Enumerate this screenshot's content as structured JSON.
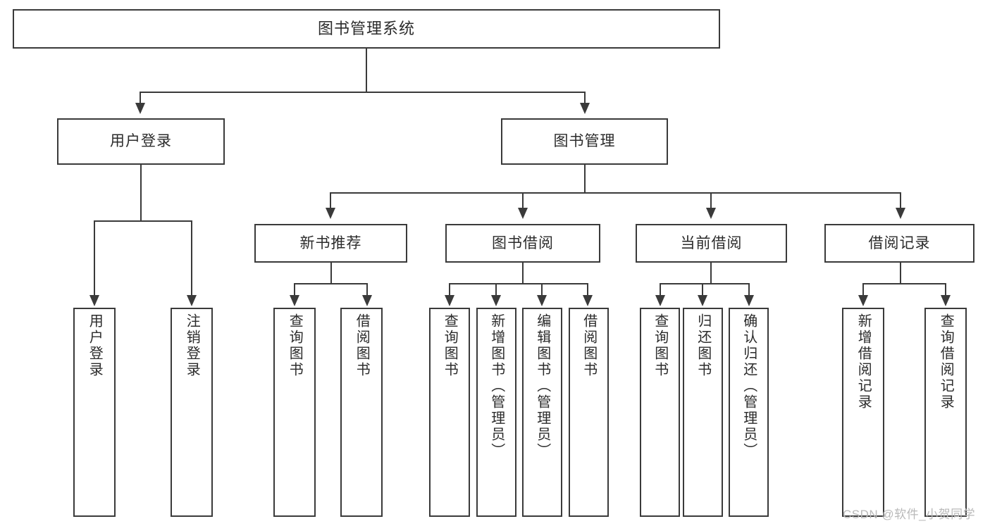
{
  "diagram": {
    "title": "图书管理系统",
    "type": "functional-structure-tree",
    "root": {
      "id": "root",
      "label": "图书管理系统"
    },
    "level2": [
      {
        "id": "user-login",
        "label": "用户登录"
      },
      {
        "id": "book-manage",
        "label": "图书管理"
      }
    ],
    "level3": [
      {
        "id": "new-book-recommend",
        "label": "新书推荐"
      },
      {
        "id": "book-borrow",
        "label": "图书借阅"
      },
      {
        "id": "current-borrow",
        "label": "当前借阅"
      },
      {
        "id": "borrow-record",
        "label": "借阅记录"
      }
    ],
    "leaves": {
      "user_login": [
        {
          "id": "leaf-user-login",
          "label": "用户登录"
        },
        {
          "id": "leaf-user-logout",
          "label": "注销登录"
        }
      ],
      "new_book_recommend": [
        {
          "id": "leaf-query-book-1",
          "label": "查询图书"
        },
        {
          "id": "leaf-borrow-book-1",
          "label": "借阅图书"
        }
      ],
      "book_borrow": [
        {
          "id": "leaf-query-book-2",
          "label": "查询图书"
        },
        {
          "id": "leaf-add-book",
          "label": "新增图书（管理员）"
        },
        {
          "id": "leaf-edit-book",
          "label": "编辑图书（管理员）"
        },
        {
          "id": "leaf-borrow-book-2",
          "label": "借阅图书"
        }
      ],
      "current_borrow": [
        {
          "id": "leaf-query-book-3",
          "label": "查询图书"
        },
        {
          "id": "leaf-return-book",
          "label": "归还图书"
        },
        {
          "id": "leaf-confirm-return",
          "label": "确认归还（管理员）"
        }
      ],
      "borrow_record": [
        {
          "id": "leaf-add-record",
          "label": "新增借阅记录"
        },
        {
          "id": "leaf-query-record",
          "label": "查询借阅记录"
        }
      ]
    }
  },
  "watermark": {
    "text": "CSDN @软件_小贺同学"
  },
  "colors": {
    "stroke": "#3a3a3a",
    "text": "#2b2b2b",
    "background": "#ffffff",
    "watermark": "#b9b9b9"
  }
}
